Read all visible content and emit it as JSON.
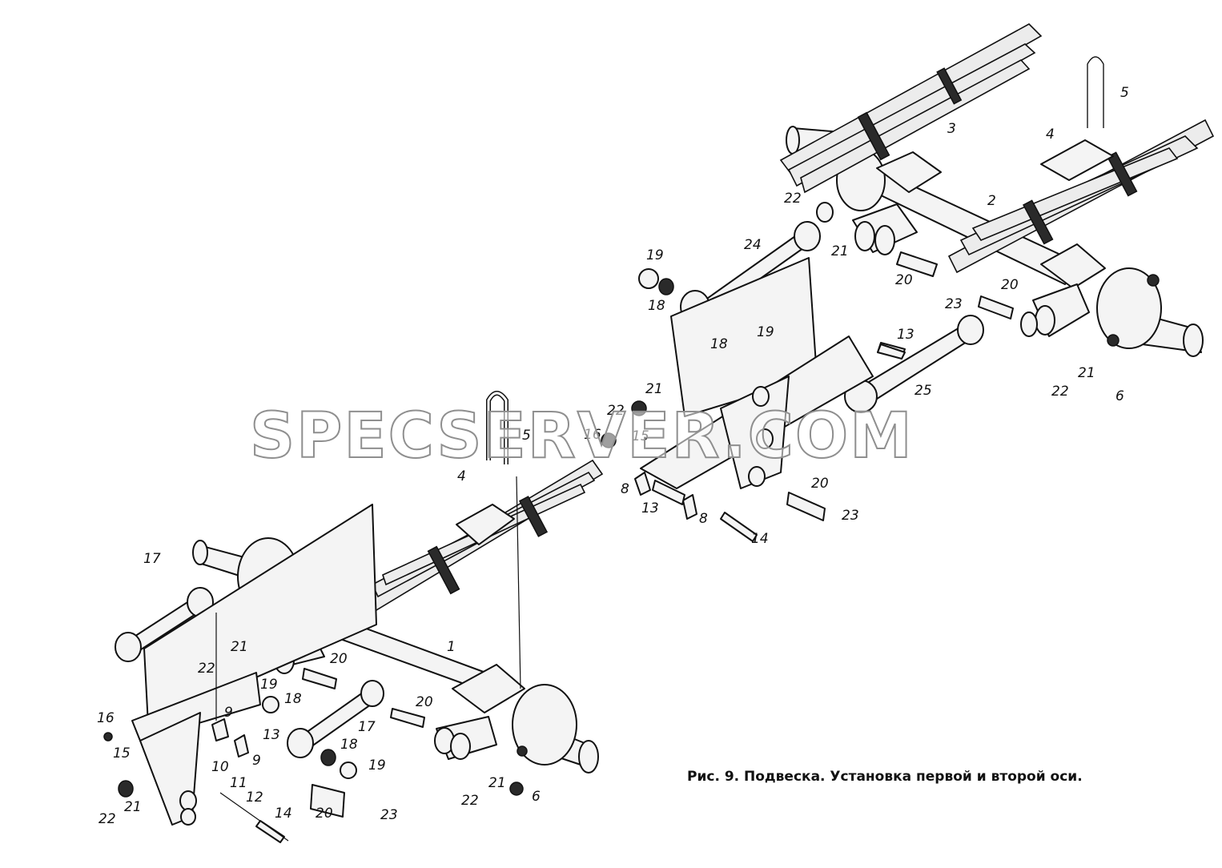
{
  "caption": "Рис. 9. Подвеска. Установка первой и второй оси.",
  "watermark": "SPECSERVER.COM",
  "callouts": {
    "c1": "1",
    "c2": "2",
    "c3": "3",
    "c4a": "4",
    "c4b": "4",
    "c5a": "5",
    "c5b": "5",
    "c6a": "6",
    "c6b": "6",
    "c8a": "8",
    "c8b": "8",
    "c9a": "9",
    "c9b": "9",
    "c10": "10",
    "c11": "11",
    "c12": "12",
    "c13a": "13",
    "c13b": "13",
    "c13c": "13",
    "c14a": "14",
    "c14b": "14",
    "c15a": "15",
    "c15b": "15",
    "c16a": "16",
    "c16b": "16",
    "c17a": "17",
    "c17b": "17",
    "c18a": "18",
    "c18b": "18",
    "c18c": "18",
    "c18d": "18",
    "c19a": "19",
    "c19b": "19",
    "c19c": "19",
    "c19d": "19",
    "c20a": "20",
    "c20b": "20",
    "c20c": "20",
    "c20d": "20",
    "c20e": "20",
    "c20f": "20",
    "c21a": "21",
    "c21b": "21",
    "c21c": "21",
    "c21d": "21",
    "c21e": "21",
    "c21f": "21",
    "c22a": "22",
    "c22b": "22",
    "c22c": "22",
    "c22d": "22",
    "c22e": "22",
    "c23a": "23",
    "c23b": "23",
    "c23c": "23",
    "c24": "24",
    "c25": "25"
  }
}
